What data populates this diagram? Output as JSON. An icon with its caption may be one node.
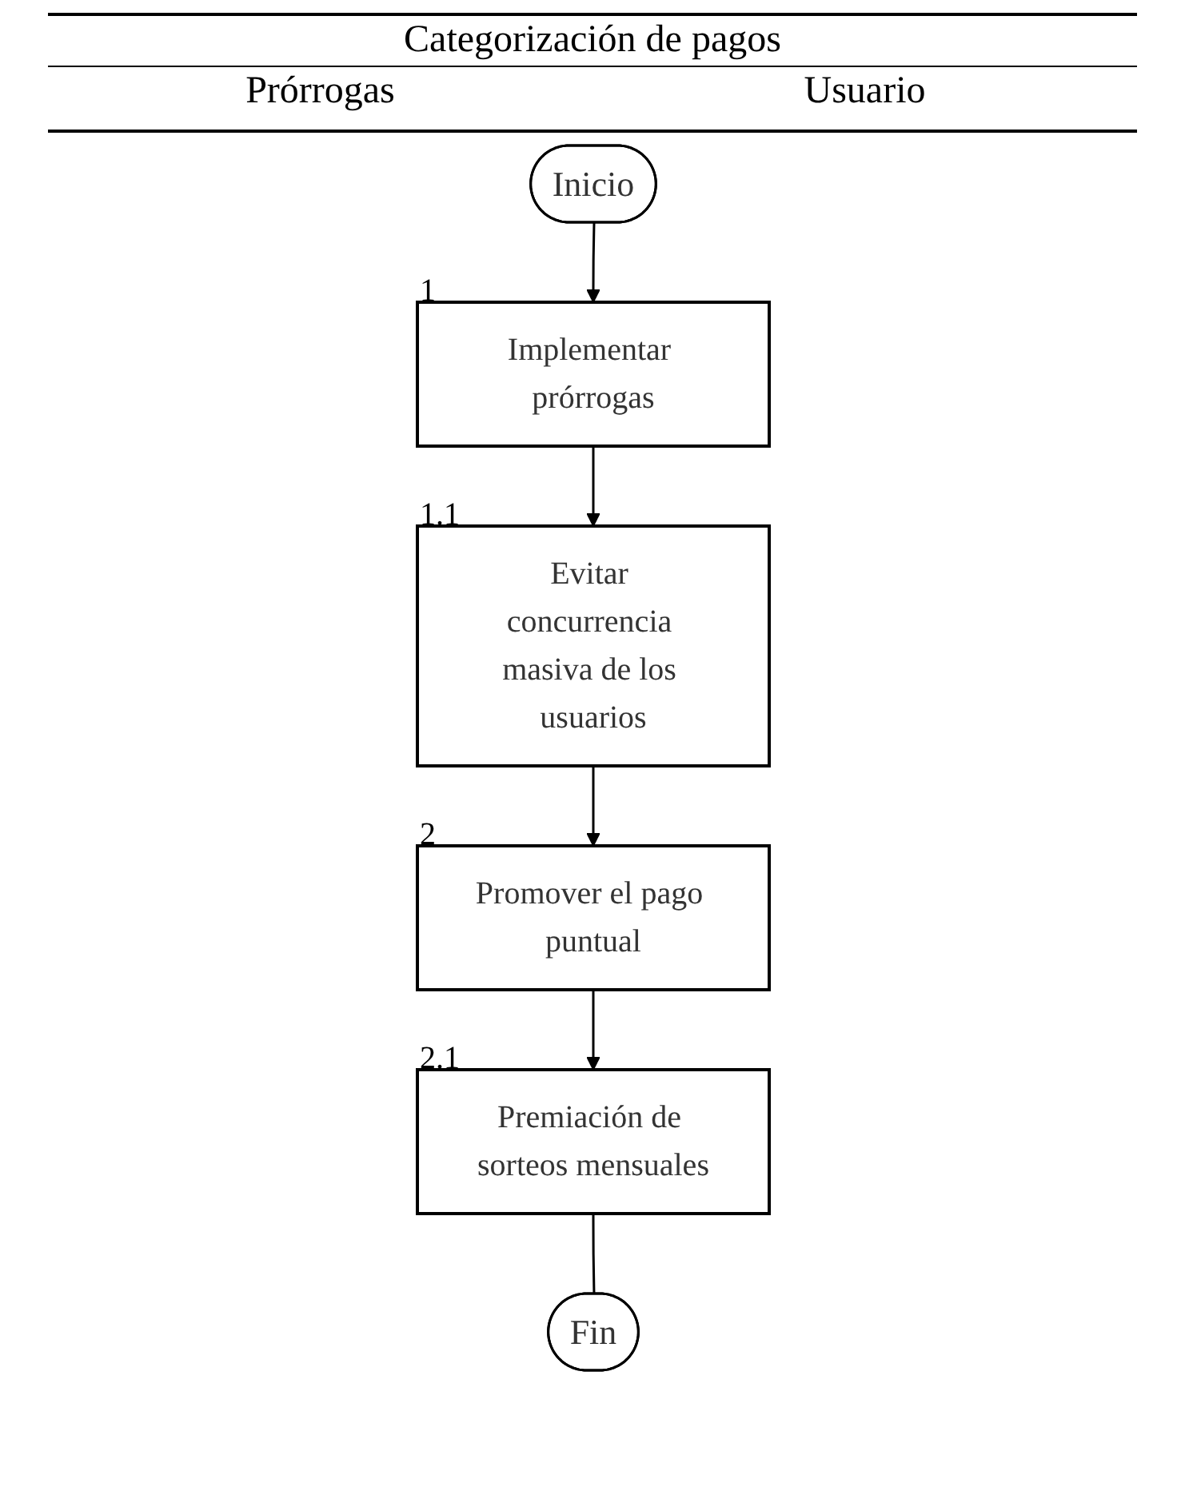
{
  "diagram": {
    "title": "Categorización de pagos",
    "nodes": [
      {
        "text": [
          "Inicio"
        ]
      },
      {
        "text": [
          "Implementar prórrogas"
        ],
        "beside": [
          "1"
        ]
      },
      {
        "text": [
          "Evitar concurrencia masiva de los usuarios"
        ],
        "beside": [
          "1.1"
        ]
      },
      {
        "text": [
          "Promover el pago puntual"
        ],
        "beside": [
          "2"
        ]
      },
      {
        "text": [
          "Premiación de sorteos mensuales"
        ],
        "beside": [
          "2.1"
        ]
      },
      {
        "text": [
          "Fin"
        ]
      }
    ],
    "edges": [
      {
        "from": 0,
        "to": 1,
        "arrow": "to"
      },
      {
        "from": 1,
        "to": 2,
        "arrow": "to"
      },
      {
        "from": 2,
        "to": 3,
        "arrow": "to"
      },
      {
        "from": 3,
        "to": 4,
        "arrow": "to"
      },
      {
        "from": 4,
        "to": 5,
        "arrow": "none"
      }
    ],
    "labels": [
      "Prórrogas",
      "Usuario"
    ]
  }
}
